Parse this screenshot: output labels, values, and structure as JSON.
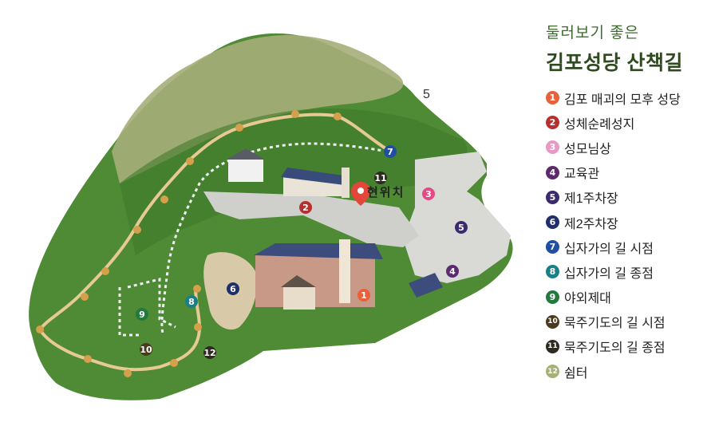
{
  "legend": {
    "subtitle": "둘러보기 좋은",
    "title": "김포성당 산책길",
    "items": [
      {
        "num": "1",
        "label": "김포 매괴의 모후 성당",
        "color": "#e8603c"
      },
      {
        "num": "2",
        "label": "성체순례성지",
        "color": "#b5302e"
      },
      {
        "num": "3",
        "label": "성모님상",
        "color": "#e89ac4"
      },
      {
        "num": "4",
        "label": "교육관",
        "color": "#5e2a6e"
      },
      {
        "num": "5",
        "label": "제1주차장",
        "color": "#3b2b6e"
      },
      {
        "num": "6",
        "label": "제2주차장",
        "color": "#1f2f6b"
      },
      {
        "num": "7",
        "label": "십자가의 길 시점",
        "color": "#1e4fa0"
      },
      {
        "num": "8",
        "label": "십자가의 길 종점",
        "color": "#1a7f86"
      },
      {
        "num": "9",
        "label": "야외제대",
        "color": "#237a3f"
      },
      {
        "num": "10",
        "label": "묵주기도의 길 시점",
        "color": "#4a3a1f"
      },
      {
        "num": "11",
        "label": "묵주기도의 길 종점",
        "color": "#2e2a20"
      },
      {
        "num": "12",
        "label": "쉼터",
        "color": "#a8b07a"
      }
    ]
  },
  "map": {
    "current_location": "현위치",
    "corner_label": "5"
  }
}
